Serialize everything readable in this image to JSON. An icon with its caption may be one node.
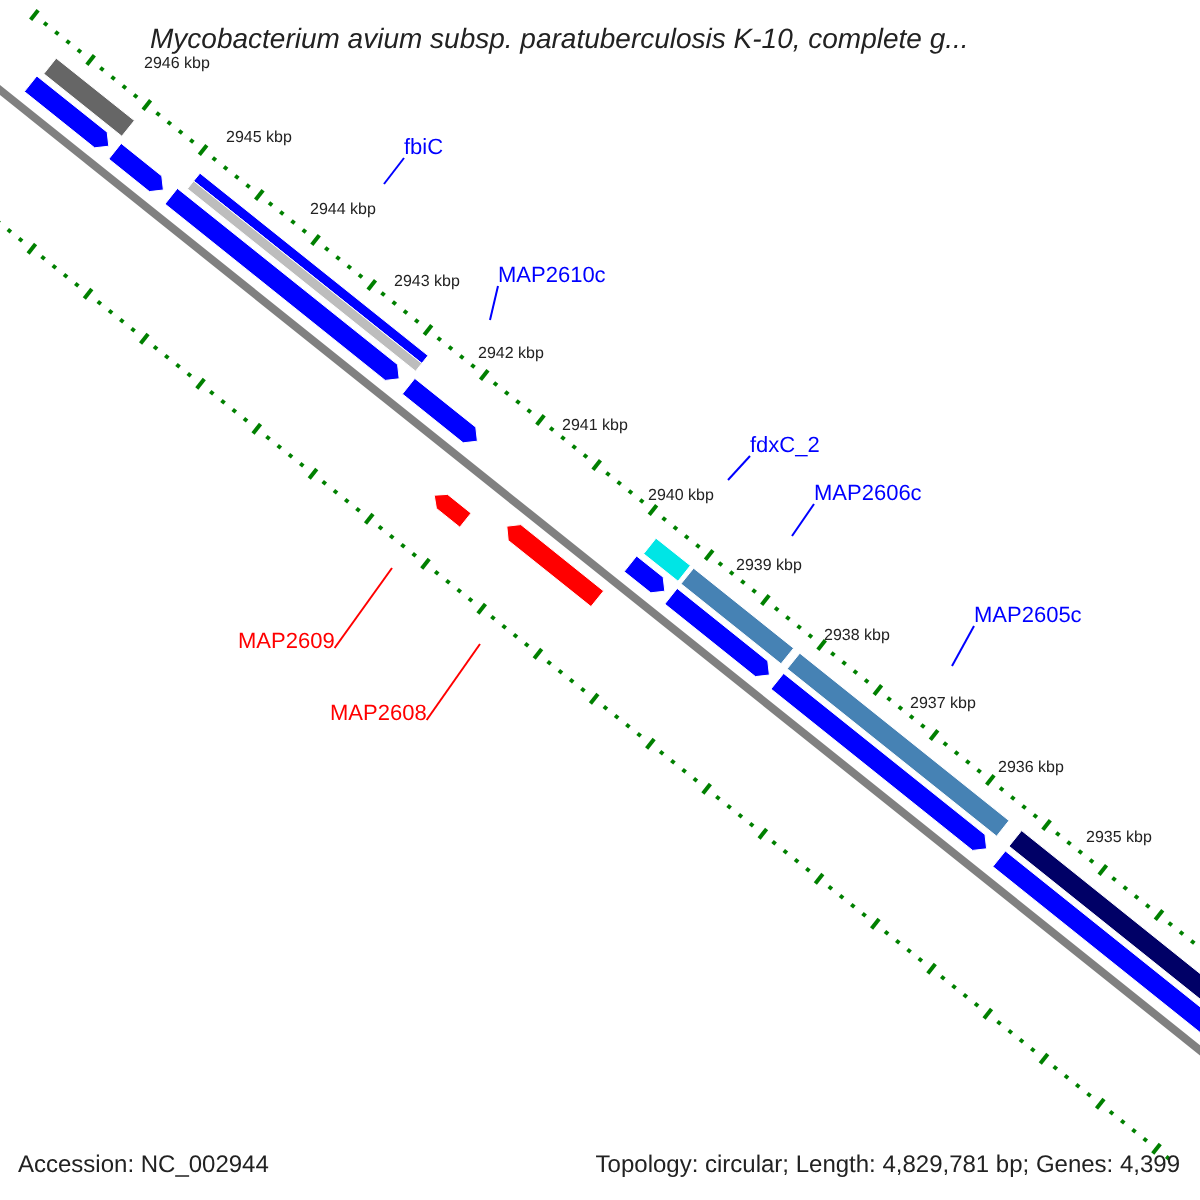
{
  "diagram": {
    "title": "Mycobacterium avium subsp. paratuberculosis K-10, complete g...",
    "nodes": [
      {
        "text": [
          "fbiC"
        ]
      },
      {
        "text": [
          "MAP2610c"
        ]
      },
      {
        "text": [
          "fdxC_2"
        ]
      },
      {
        "text": [
          "MAP2606c"
        ]
      },
      {
        "text": [
          "MAP2605c"
        ]
      },
      {
        "text": [
          "MAP2609"
        ]
      },
      {
        "text": [
          "MAP2608"
        ]
      }
    ],
    "edges": [
      {
        "from": 0,
        "to": null,
        "arrow": "none"
      },
      {
        "from": 1,
        "to": null,
        "arrow": "none"
      },
      {
        "from": 2,
        "to": null,
        "arrow": "none"
      },
      {
        "from": 3,
        "to": null,
        "arrow": "none"
      },
      {
        "from": 4,
        "to": null,
        "arrow": "none"
      },
      {
        "from": 5,
        "to": null,
        "arrow": "none",
        "color": "#ff0000"
      },
      {
        "from": 6,
        "to": null,
        "arrow": "none",
        "color": "#ff0000"
      }
    ],
    "labels": [
      "2946 kbp",
      "2945 kbp",
      "2944 kbp",
      "2943 kbp",
      "2942 kbp",
      "2941 kbp",
      "2940 kbp",
      "2939 kbp",
      "2938 kbp",
      "2937 kbp",
      "2936 kbp",
      "2935 kbp",
      "Accession: NC_002944",
      "Topology: circular; Length: 4,829,781 bp; Genes: 4,399"
    ]
  }
}
